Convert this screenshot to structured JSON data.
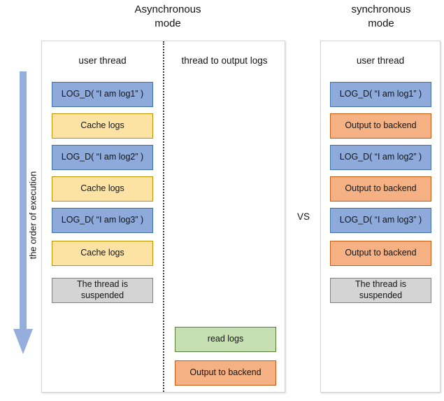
{
  "titles": {
    "async": "Asynchronous\nmode",
    "sync": "synchronous\nmode"
  },
  "order_axis": {
    "label": "the order of execution",
    "arrow_icon": "down-arrow-icon",
    "arrow_color": "#95AEDC",
    "direction": "down"
  },
  "vs_label": "VS",
  "palette": {
    "blue_fill": "#8EAADB",
    "blue_border": "#3F6FAD",
    "yellow_fill": "#FCE3A3",
    "yellow_border": "#BF9000",
    "orange_fill": "#F5B183",
    "orange_border": "#C55A11",
    "green_fill": "#C6E0B4",
    "green_border": "#548235",
    "gray_fill": "#D4D4D4",
    "gray_border": "#808080",
    "panel_border": "#D4D4D4",
    "divider": "#3C3C3C"
  },
  "async_panel": {
    "columns": [
      {
        "header": "user thread",
        "steps": [
          {
            "text": "LOG_D( “I am log1” )",
            "color": "blue"
          },
          {
            "text": "Cache logs",
            "color": "yellow"
          },
          {
            "text": "LOG_D( “I am log2” )",
            "color": "blue"
          },
          {
            "text": "Cache logs",
            "color": "yellow"
          },
          {
            "text": "LOG_D( “I am log3” )",
            "color": "blue"
          },
          {
            "text": "Cache logs",
            "color": "yellow"
          },
          {
            "text": "The thread is\nsuspended",
            "color": "gray"
          }
        ]
      },
      {
        "header": "thread to output logs",
        "steps": [
          {
            "text": "read logs",
            "color": "green"
          },
          {
            "text": "Output to backend",
            "color": "orange"
          }
        ]
      }
    ]
  },
  "sync_panel": {
    "columns": [
      {
        "header": "user thread",
        "steps": [
          {
            "text": "LOG_D( “I am log1” )",
            "color": "blue"
          },
          {
            "text": "Output to backend",
            "color": "orange"
          },
          {
            "text": "LOG_D( “I am log2” )",
            "color": "blue"
          },
          {
            "text": "Output to backend",
            "color": "orange"
          },
          {
            "text": "LOG_D( “I am log3” )",
            "color": "blue"
          },
          {
            "text": "Output to backend",
            "color": "orange"
          },
          {
            "text": "The thread is\nsuspended",
            "color": "gray"
          }
        ]
      }
    ]
  },
  "layout": {
    "async_user_steps_y": [
      116,
      161,
      206,
      251,
      296,
      343,
      396
    ],
    "async_user_steps_h": [
      36,
      36,
      36,
      36,
      36,
      36,
      36
    ],
    "async_logger_steps_y": [
      466,
      514
    ],
    "sync_steps_y": [
      116,
      161,
      206,
      251,
      296,
      343,
      396
    ]
  }
}
